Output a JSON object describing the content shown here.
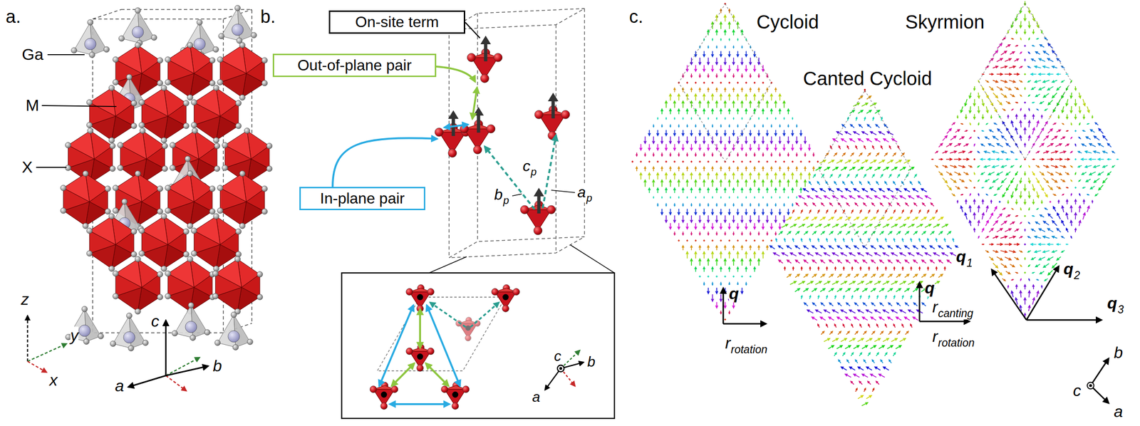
{
  "diagram": {
    "nodes": [
      {
        "text": [
          "On-site term"
        ]
      },
      {
        "text": [
          "Out-of-plane pair"
        ]
      },
      {
        "text": [
          "In-plane pair"
        ]
      }
    ],
    "labels": [
      "a.",
      "Ga",
      "M",
      "X",
      "z",
      "y",
      "x",
      "c",
      "b",
      "a",
      "b.",
      "c",
      "p",
      "b",
      "p",
      "a",
      "p",
      "c",
      "b",
      "a",
      "c.",
      "Cycloid",
      "Canted Cycloid",
      "Skyrmion",
      "q",
      "r",
      "rotation",
      "q",
      "r",
      "canting",
      "r",
      "rotation",
      "q",
      "1",
      "q",
      "2",
      "q",
      "3",
      "b",
      "c",
      "a"
    ]
  }
}
